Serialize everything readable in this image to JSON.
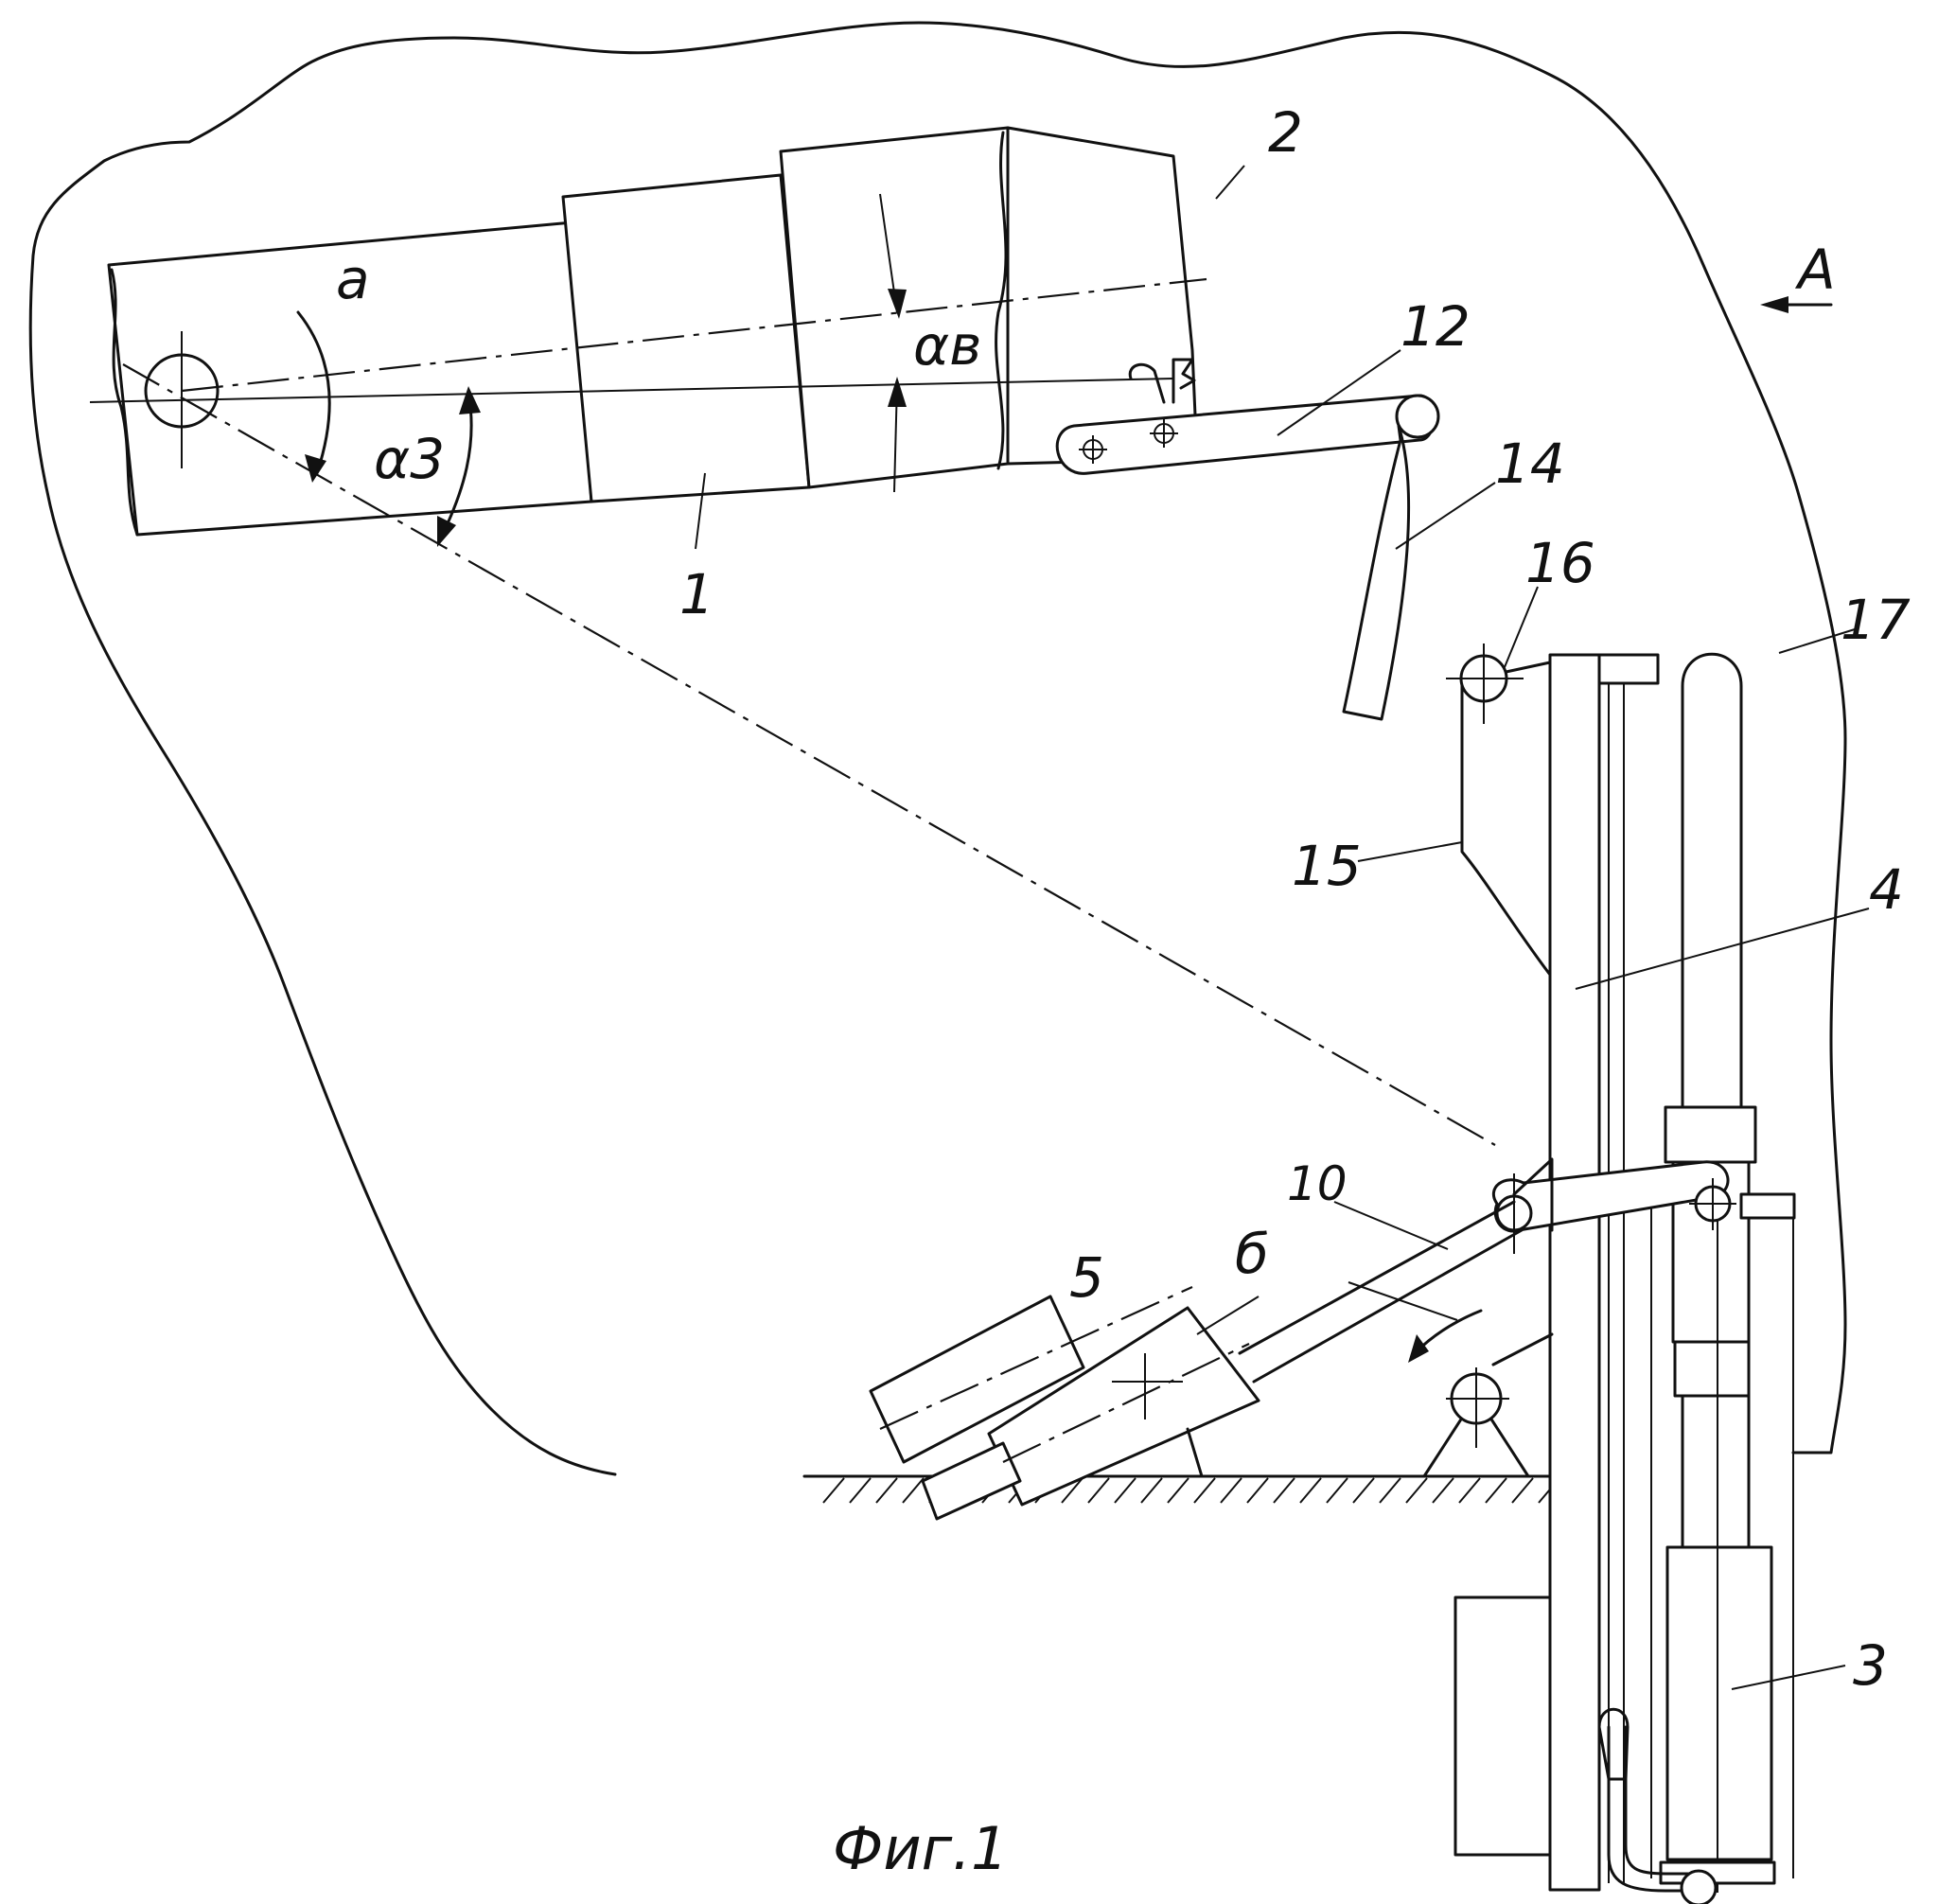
{
  "figure": {
    "caption": "Фиг.1",
    "view_marker": "А",
    "parts": {
      "p1": "1",
      "p2": "2",
      "p3": "3",
      "p4": "4",
      "p5": "5",
      "p10": "10",
      "p12": "12",
      "p14": "14",
      "p15": "15",
      "p16": "16",
      "p17": "17"
    },
    "angles": {
      "a": "a",
      "alpha_v": "αв",
      "alpha_3": "α3",
      "b": "б"
    }
  }
}
